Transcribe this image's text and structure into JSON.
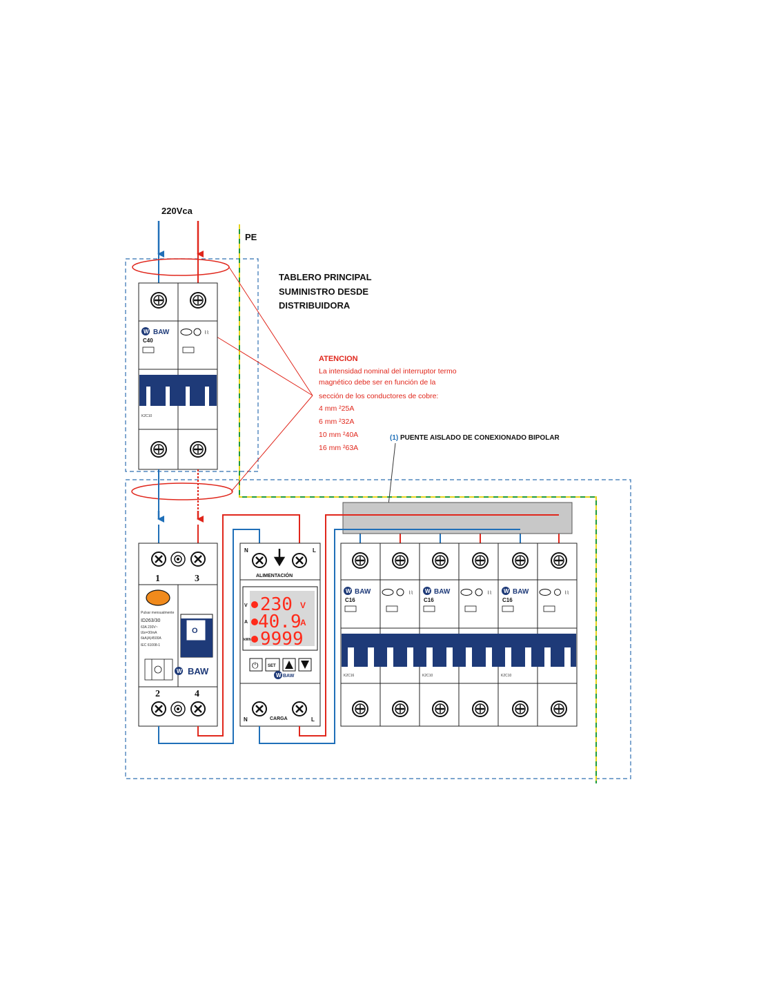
{
  "supply_label": "220Vca",
  "pe_label": "PE",
  "main_board": {
    "title_lines": [
      "TABLERO PRINCIPAL",
      "SUMINISTRO DESDE",
      "DISTRIBUIDORA"
    ]
  },
  "warning": {
    "title": "ATENCION",
    "text_lines": [
      "La intensidad nominal del interruptor termo",
      "magnético debe ser en función de la",
      "sección de los conductores de cobre:"
    ],
    "sizes": [
      "4 mm ²25A",
      "6 mm ²32A",
      "10 mm ²40A",
      "16 mm ²63A"
    ]
  },
  "bridge_note": {
    "number": "(1)",
    "text": "PUENTE AISLADO DE CONEXIONADO BIPOLAR"
  },
  "main_breaker": {
    "brand": "BAW",
    "rating": "C40",
    "model": "K2C10"
  },
  "rcd": {
    "terminal_top": [
      "1",
      "3"
    ],
    "terminal_bottom": [
      "2",
      "4"
    ],
    "switch_label": "O",
    "test_label": "Pulsar mensualmente",
    "model": "ID263/30",
    "spec_lines": [
      "63A  230V~",
      "IΔn=30mA",
      "6kA(A)4500A",
      "IEC 61008-1"
    ],
    "brand": "BAW"
  },
  "monitor": {
    "n_label": "N",
    "l_label": "L",
    "supply_label": "ALIMENTACIÓN",
    "load_label": "CARGA",
    "voltage": "230",
    "voltage_unit": "V",
    "current": "40.9",
    "current_unit": "A",
    "energy": "9999",
    "row_labels": [
      "V",
      "A",
      "kWh"
    ],
    "set_label": "SET",
    "brand": "BAW"
  },
  "branch_breakers": [
    {
      "brand": "BAW",
      "rating": "C16",
      "model": "K2C16"
    },
    {
      "brand": "BAW",
      "rating": "C16",
      "model": "K2C10"
    },
    {
      "brand": "BAW",
      "rating": "C16",
      "model": "K2C10"
    }
  ],
  "colors": {
    "neutral": "#1f6fb8",
    "phase": "#e0261b",
    "earth_yellow": "#e6d21a",
    "earth_green": "#1e9a3a",
    "breaker_band": "#1e3a78",
    "bridge": "#c8c8c8",
    "dashed_box": "#2e6fb0"
  }
}
